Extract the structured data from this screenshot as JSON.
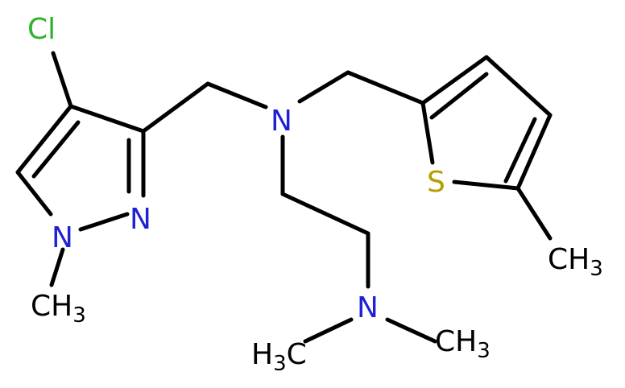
{
  "molecule": {
    "atoms": {
      "cl": {
        "symbol": "Cl",
        "color": "#2db32d"
      },
      "n_pyrazole_2": {
        "symbol": "N",
        "color": "#1f1fd6"
      },
      "n_pyrazole_1": {
        "symbol": "N",
        "color": "#1f1fd6"
      },
      "ch3_pyrazole": {
        "symbol": "CH",
        "sub": "3",
        "color": "#000000"
      },
      "n_amine_central": {
        "symbol": "N",
        "color": "#1f1fd6"
      },
      "s_thiophene": {
        "symbol": "S",
        "color": "#b3a000"
      },
      "ch3_thiophene": {
        "symbol": "CH",
        "sub": "3",
        "color": "#000000"
      },
      "n_dimethylamine": {
        "symbol": "N",
        "color": "#1f1fd6"
      },
      "h3c_left": {
        "prefix": "H",
        "sub": "3",
        "symbol": "C",
        "color": "#000000"
      },
      "ch3_right": {
        "symbol": "CH",
        "sub": "3",
        "color": "#000000"
      }
    }
  }
}
